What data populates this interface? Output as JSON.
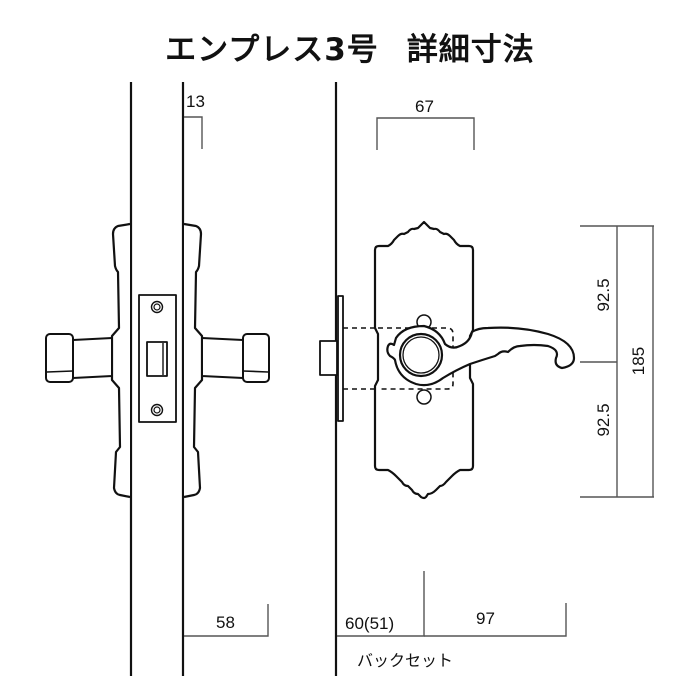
{
  "title": {
    "product": "エンプレス3号",
    "subtitle": "詳細寸法"
  },
  "dimensions": {
    "door_thickness_top": "13",
    "plate_width": "67",
    "upper_half_height": "92.5",
    "lower_half_height": "92.5",
    "total_height": "185",
    "left_projection": "58",
    "backset": "60(51)",
    "lever_length": "97",
    "backset_label": "バックセット"
  },
  "colors": {
    "line": "#111111",
    "dimension_line": "#555555",
    "background": "#ffffff"
  }
}
